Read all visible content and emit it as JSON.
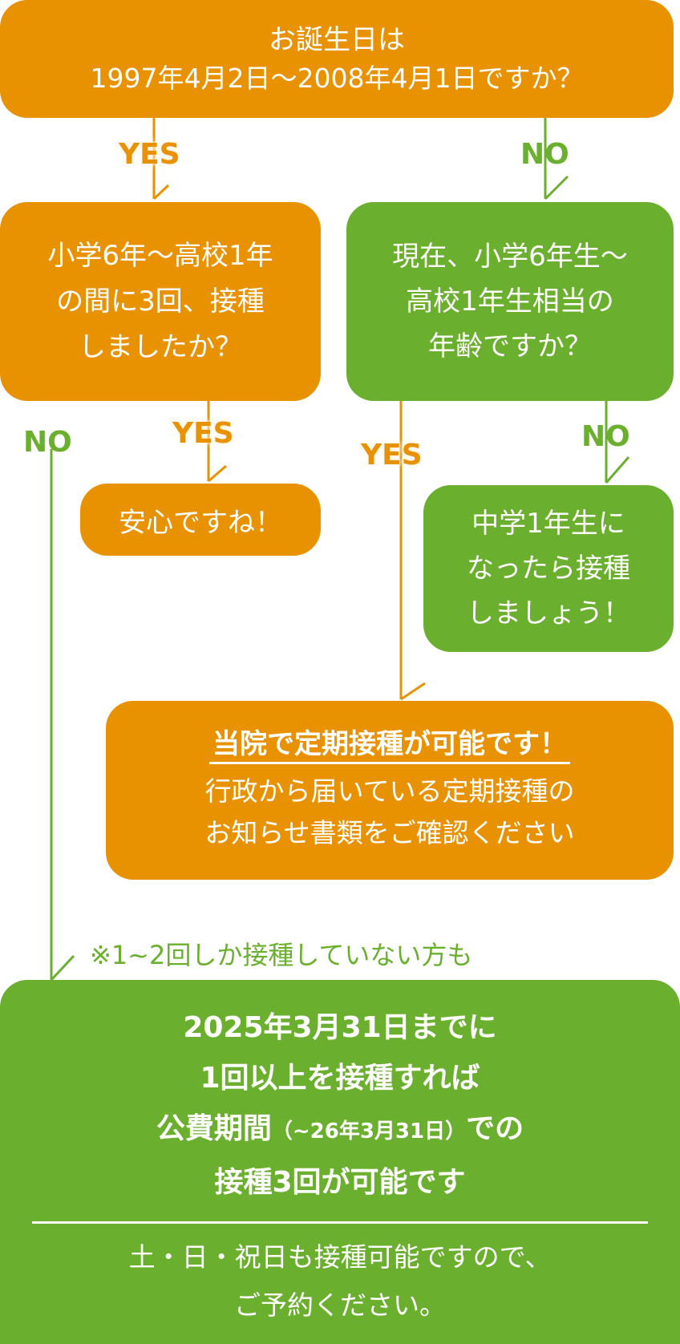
{
  "q1": {
    "line1": "お誕生日は",
    "line2": "1997年4月2日〜2008年4月1日ですか？"
  },
  "q2": {
    "line1": "小学6年〜高校1年",
    "line2": "の間に3回、接種",
    "line3": "しましたか？"
  },
  "q3": {
    "line1": "現在、小学6年生〜",
    "line2": "高校1年生相当の",
    "line3": "年齢ですか？"
  },
  "r_safe": {
    "text": "安心ですね！"
  },
  "r_wait": {
    "line1": "中学1年生に",
    "line2": "なったら接種",
    "line3": "しましょう！"
  },
  "r_periodic": {
    "heading": "当院で定期接種が可能です！",
    "line1": "行政から届いている定期接種の",
    "line2": "お知らせ書類をご確認ください"
  },
  "note": {
    "text": "※1~2回しか接種していない方も"
  },
  "r_catchup": {
    "line1": "2025年3月31日までに",
    "line2": "1回以上を接種すれば",
    "line3a": "公費期間",
    "line3b": "（~26年3月31日）",
    "line3c": "での",
    "line4": "接種3回が可能です",
    "footer1": "土・日・祝日も接種可能ですので、",
    "footer2": "ご予約ください。"
  },
  "labels": {
    "yes": "YES",
    "no": "NO"
  },
  "colors": {
    "orange": "#E89101",
    "green": "#6BAF2E",
    "text": "#FFFFFF"
  }
}
